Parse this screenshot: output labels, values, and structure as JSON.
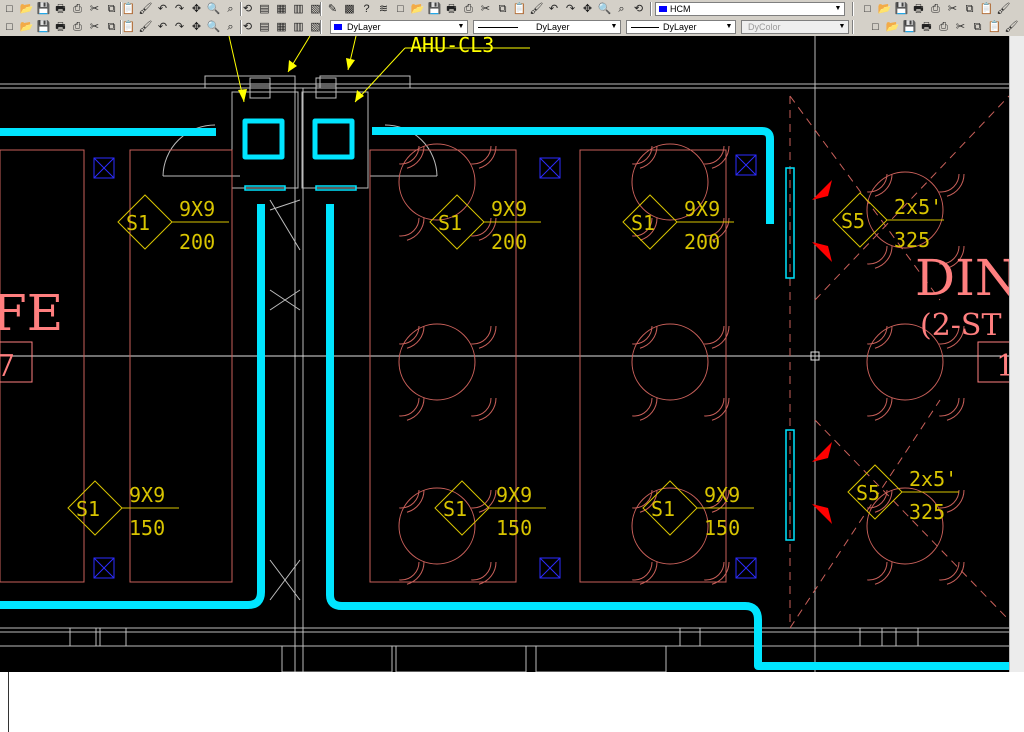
{
  "toolbar": {
    "layer_combo": {
      "value": "HCM",
      "placeholder": ""
    },
    "color_combo": {
      "value": "DyLayer"
    },
    "linetype_combo": {
      "value": "DyLayer"
    },
    "lineweight_combo": {
      "value": "DyLayer"
    },
    "plotstyle_combo": {
      "value": "DyColor"
    },
    "icons": [
      "new-icon",
      "open-icon",
      "save-icon",
      "print-icon",
      "preview-icon",
      "cut-icon",
      "copy-icon",
      "paste-icon",
      "matchprop-icon",
      "undo-icon",
      "redo-icon",
      "pan-icon",
      "zoom-realtime-icon",
      "zoom-window-icon",
      "zoom-previous-icon",
      "properties-icon",
      "designcenter-icon",
      "toolpalette-icon",
      "sheetset-icon",
      "markup-icon",
      "calculator-icon",
      "help-icon",
      "layer-manager-icon"
    ]
  },
  "drawing": {
    "colors": {
      "background": "#000000",
      "duct": "#00e5ff",
      "tag": "#d8c400",
      "furniture": "#c9605a",
      "wall": "#c8c8c8",
      "room_label": "#ff7f7f",
      "diffuser": "#2020ff",
      "flow_arrow": "#ff0000",
      "leader": "#ffff00"
    },
    "top_label": "AHU-CL3",
    "left_room_fragment": {
      "name": "FE",
      "number": "7"
    },
    "right_room_fragment": {
      "name": "DIN",
      "sub": "(2-ST",
      "number": "1"
    },
    "diffuser_tags": [
      {
        "id": "S1",
        "size": "9X9",
        "cfm": "200"
      },
      {
        "id": "S1",
        "size": "9X9",
        "cfm": "200"
      },
      {
        "id": "S1",
        "size": "9X9",
        "cfm": "200"
      },
      {
        "id": "S5",
        "size": "2x5'",
        "cfm": "325"
      },
      {
        "id": "S1",
        "size": "9X9",
        "cfm": "150"
      },
      {
        "id": "S1",
        "size": "9X9",
        "cfm": "150"
      },
      {
        "id": "S1",
        "size": "9X9",
        "cfm": "150"
      },
      {
        "id": "S5",
        "size": "2x5'",
        "cfm": "325"
      }
    ]
  }
}
